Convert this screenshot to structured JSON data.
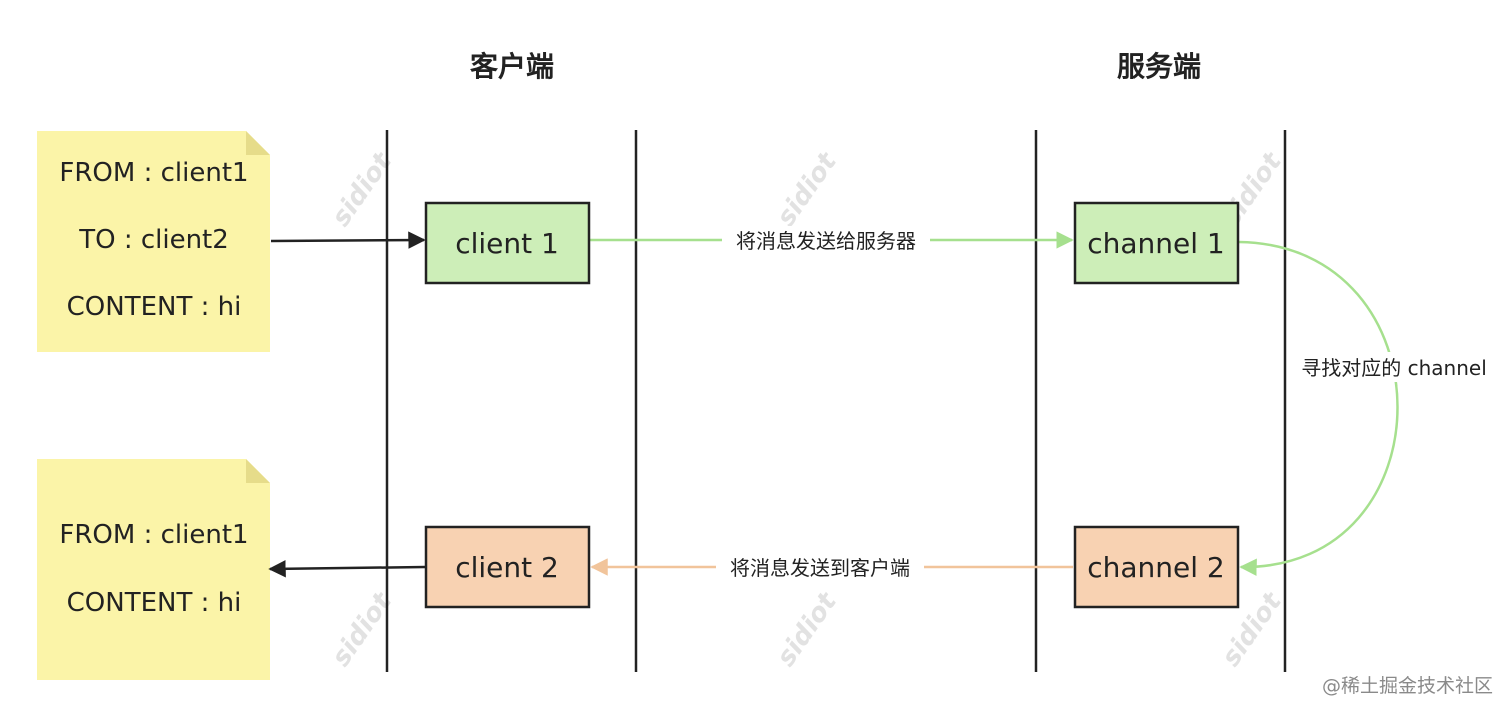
{
  "headers": {
    "client": "客户端",
    "server": "服务端"
  },
  "note_top": {
    "lines": [
      "FROM : client1",
      "TO : client2",
      "CONTENT : hi"
    ]
  },
  "note_bottom": {
    "lines": [
      "FROM : client1",
      "CONTENT : hi"
    ]
  },
  "boxes": {
    "client1": {
      "label": "client 1",
      "color": "#cdeeb8"
    },
    "channel1": {
      "label": "channel 1",
      "color": "#cdeeb8"
    },
    "client2": {
      "label": "client 2",
      "color": "#f8d2b2"
    },
    "channel2": {
      "label": "channel 2",
      "color": "#f8d2b2"
    }
  },
  "messages": {
    "to_server": "将消息发送给服务器",
    "find_channel": "寻找对应的 channel",
    "to_client": "将消息发送到客户端"
  },
  "colors": {
    "note_fill": "#fbf4a8",
    "note_fold": "#e6dc8a",
    "green_arrow": "#a6e08e",
    "orange_arrow": "#f1c49b",
    "dark_line": "#222222"
  },
  "watermark": "sidiot",
  "credit": "@稀土掘金技术社区"
}
